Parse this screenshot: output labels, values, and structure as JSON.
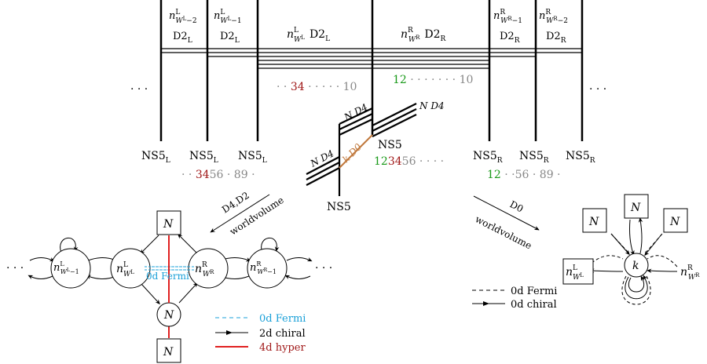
{
  "colors": {
    "red": "#a01818",
    "green": "#1a9a1a",
    "gray": "#888888",
    "cyan": "#1aa0d8",
    "orange": "#c0783c",
    "hyper": "#e02020"
  },
  "brane": {
    "ellipsis": "· · ·",
    "d2_left_outer": {
      "n": "n",
      "sup": "L",
      "sub": "W",
      "subsup": "L",
      "subtail": "−2",
      "label": "D2",
      "labelsub": "L"
    },
    "d2_left_mid": {
      "n": "n",
      "sup": "L",
      "sub": "W",
      "subsup": "L",
      "subtail": "−1",
      "label": "D2",
      "labelsub": "L"
    },
    "d2_left_inner": {
      "n": "n",
      "sup": "L",
      "sub": "W",
      "subsup": "L",
      "label": "D2",
      "labelsub": "L"
    },
    "d2_right_inner": {
      "n": "n",
      "sup": "R",
      "sub": "W",
      "subsup": "R",
      "label": "D2",
      "labelsub": "R"
    },
    "d2_right_mid": {
      "n": "n",
      "sup": "R",
      "sub": "W",
      "subsup": "R",
      "subtail": "−1",
      "label": "D2",
      "labelsub": "R"
    },
    "d2_right_outer": {
      "n": "n",
      "sup": "R",
      "sub": "W",
      "subsup": "R",
      "subtail": "−2",
      "label": "D2",
      "labelsub": "R"
    },
    "dirs_left_d2": {
      "pre": "· · ",
      "red": "34",
      "post": " · · · · · 10"
    },
    "dirs_right_d2": {
      "green": "12",
      "post": " · · · · · · · 10"
    },
    "d4_upper": "N D4",
    "d4_lower": "N D4",
    "d0": "k D0",
    "ns5_center": "NS5",
    "ns5_bottom": "NS5",
    "ns5_L": {
      "label": "NS5",
      "sub": "L"
    },
    "ns5_R": {
      "label": "NS5",
      "sub": "R"
    },
    "dirs_ns5_left": {
      "pre": "· · ",
      "red": "34",
      "gray": "56 · 89 ·"
    },
    "dirs_ns5_center": {
      "green": "12",
      "red": "34",
      "gray": "56 · · · ·"
    },
    "dirs_ns5_right": {
      "green": "12",
      "gray": " · ·56 · 89 ·"
    }
  },
  "arrows": {
    "left_top": "D4,D2",
    "left_bottom": "worldvolume",
    "right_top": "D0",
    "right_bottom": "worldvolume"
  },
  "quiver_left": {
    "ellipsis_left": "· · ·",
    "ellipsis_right": "· · ·",
    "node_far_left": {
      "n": "n",
      "sup": "L",
      "sub": "W",
      "subsup": "L",
      "subtail": "−1"
    },
    "node_left": {
      "n": "n",
      "sup": "L",
      "sub": "W",
      "subsup": "L"
    },
    "node_right": {
      "n": "n",
      "sup": "R",
      "sub": "W",
      "subsup": "R"
    },
    "node_far_right": {
      "n": "n",
      "sup": "R",
      "sub": "W",
      "subsup": "R",
      "subtail": "−1"
    },
    "node_center": "N",
    "box_top": "N",
    "box_bottom": "N",
    "fermi_label": "0d Fermi"
  },
  "legend_left": [
    {
      "style": "dashed",
      "label": "0d Fermi"
    },
    {
      "style": "arrow",
      "label": "2d chiral"
    },
    {
      "style": "red",
      "label": "4d hyper"
    }
  ],
  "quiver_right": {
    "node": "k",
    "box_top": "N",
    "box_left": "N",
    "box_right": "N",
    "box_far_left": {
      "n": "n",
      "sup": "L",
      "sub": "W",
      "subsup": "L"
    },
    "box_far_right": {
      "n": "n",
      "sup": "R",
      "sub": "W",
      "subsup": "R"
    }
  },
  "legend_right": [
    {
      "style": "dashed",
      "label": "0d Fermi"
    },
    {
      "style": "arrow",
      "label": "0d chiral"
    }
  ]
}
